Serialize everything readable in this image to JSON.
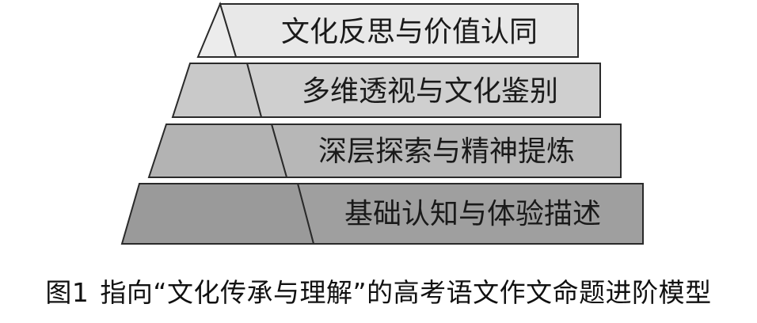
{
  "pyramid": {
    "levels": [
      {
        "label": "文化反思与价值认同"
      },
      {
        "label": "多维透视与文化鉴别"
      },
      {
        "label": "深层探索与精神提炼"
      },
      {
        "label": "基础认知与体验描述"
      }
    ]
  },
  "caption": {
    "figure_number": "图1",
    "text": "指向“文化传承与理解”的高考语文作文命题进阶模型"
  },
  "colors": {
    "level_1_band": "#e8e8e8",
    "level_2_band": "#cfcfcf",
    "level_3_band": "#b7b7b7",
    "level_4_band": "#9f9f9f",
    "level_1_pyramid": "#ececec",
    "level_2_pyramid": "#c9c9c9",
    "level_3_pyramid": "#b3b3b3",
    "level_4_pyramid": "#9a9a9a",
    "outline": "#2a2a2a"
  }
}
